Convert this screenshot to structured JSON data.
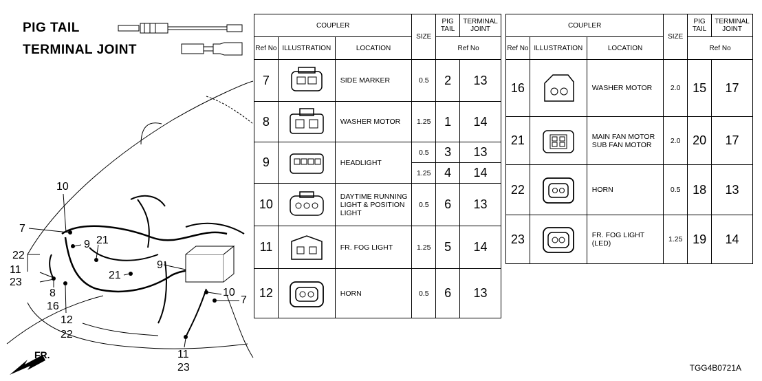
{
  "legend": {
    "pig_tail": "PIG TAIL",
    "terminal_joint": "TERMINAL JOINT"
  },
  "diagram": {
    "front_label": "FR.",
    "callouts": [
      "10",
      "7",
      "9",
      "21",
      "22",
      "11",
      "23",
      "8",
      "16",
      "12",
      "22",
      "9",
      "21",
      "10",
      "7",
      "11",
      "23"
    ]
  },
  "table_left": {
    "headers": {
      "coupler": "COUPLER",
      "size": "SIZE",
      "pig_tail": "PIG TAIL",
      "terminal_joint": "TERMINAL JOINT",
      "ref_no": "Ref No",
      "illustration": "ILLUSTRATION",
      "location": "LOCATION",
      "ref_no_pair": "Ref No"
    },
    "rows": [
      {
        "ref": "7",
        "location": "SIDE MARKER",
        "sizes": [
          "0.5"
        ],
        "pig": [
          "2"
        ],
        "term": [
          "13"
        ]
      },
      {
        "ref": "8",
        "location": "WASHER MOTOR",
        "sizes": [
          "1.25"
        ],
        "pig": [
          "1"
        ],
        "term": [
          "14"
        ]
      },
      {
        "ref": "9",
        "location": "HEADLIGHT",
        "sizes": [
          "0.5",
          "1.25"
        ],
        "pig": [
          "3",
          "4"
        ],
        "term": [
          "13",
          "14"
        ]
      },
      {
        "ref": "10",
        "location": "DAYTIME RUNNING LIGHT & POSITION LIGHT",
        "sizes": [
          "0.5"
        ],
        "pig": [
          "6"
        ],
        "term": [
          "13"
        ]
      },
      {
        "ref": "11",
        "location": "FR. FOG LIGHT",
        "sizes": [
          "1.25"
        ],
        "pig": [
          "5"
        ],
        "term": [
          "14"
        ]
      },
      {
        "ref": "12",
        "location": "HORN",
        "sizes": [
          "0.5"
        ],
        "pig": [
          "6"
        ],
        "term": [
          "13"
        ]
      }
    ]
  },
  "table_right": {
    "headers": {
      "coupler": "COUPLER",
      "size": "SIZE",
      "pig_tail": "PIG TAIL",
      "terminal_joint": "TERMINAL JOINT",
      "ref_no": "Ref No",
      "illustration": "ILLUSTRATION",
      "location": "LOCATION",
      "ref_no_pair": "Ref No"
    },
    "rows": [
      {
        "ref": "16",
        "location": "WASHER MOTOR",
        "sizes": [
          "2.0"
        ],
        "pig": [
          "15"
        ],
        "term": [
          "17"
        ]
      },
      {
        "ref": "21",
        "location": "MAIN FAN MOTOR SUB FAN MOTOR",
        "sizes": [
          "2.0"
        ],
        "pig": [
          "20"
        ],
        "term": [
          "17"
        ]
      },
      {
        "ref": "22",
        "location": "HORN",
        "sizes": [
          "0.5"
        ],
        "pig": [
          "18"
        ],
        "term": [
          "13"
        ]
      },
      {
        "ref": "23",
        "location": "FR. FOG LIGHT (LED)",
        "sizes": [
          "1.25"
        ],
        "pig": [
          "19"
        ],
        "term": [
          "14"
        ]
      }
    ]
  },
  "drawing_code": "TGG4B0721A"
}
